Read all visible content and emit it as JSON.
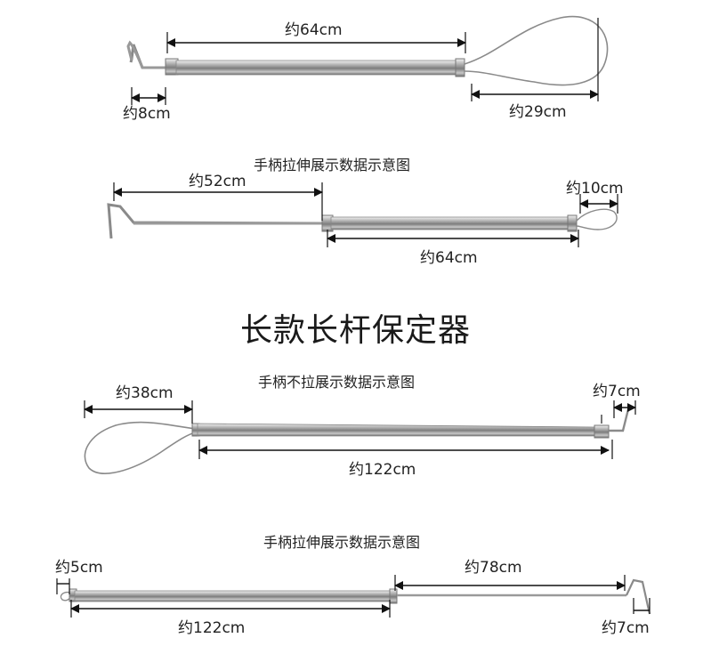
{
  "main_title": "长款长杆保定器",
  "sections": [
    {
      "caption": "",
      "labels": {
        "handle": "约64cm",
        "hook": "约8cm",
        "loop": "约29cm"
      }
    },
    {
      "caption": "手柄拉伸展示数据示意图",
      "labels": {
        "extension": "约52cm",
        "handle": "约64cm",
        "loop": "约10cm"
      }
    },
    {
      "caption": "手柄不拉展示数据示意图",
      "labels": {
        "loop": "约38cm",
        "handle": "约122cm",
        "hook": "约7cm"
      }
    },
    {
      "caption": "手柄拉伸展示数据示意图",
      "labels": {
        "loop": "约5cm",
        "extension": "约78cm",
        "handle": "约122cm",
        "hook": "约7cm"
      }
    }
  ]
}
